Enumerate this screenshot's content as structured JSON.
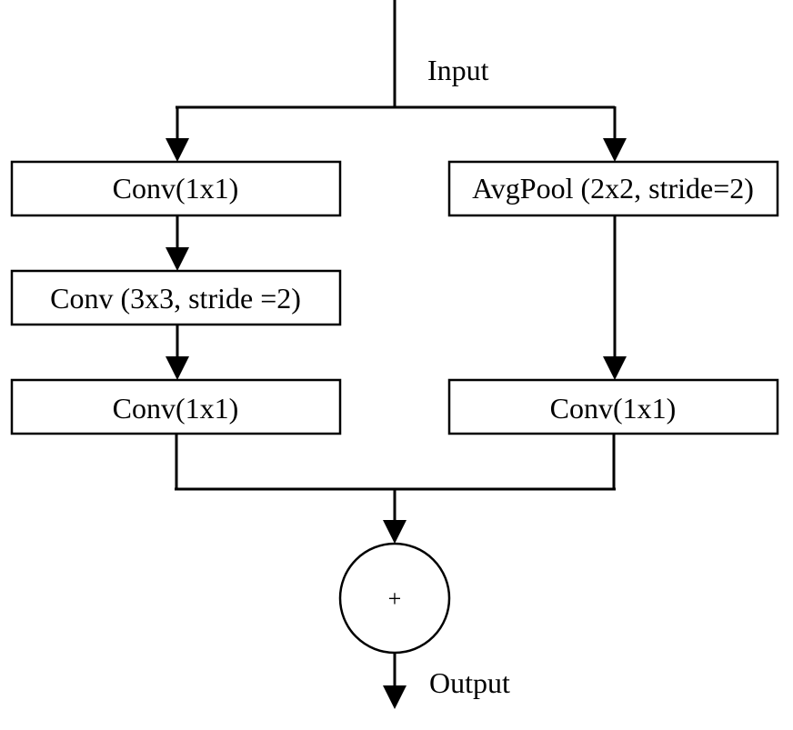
{
  "diagram": {
    "input_label": "Input",
    "output_label": "Output",
    "left_branch": {
      "conv1_label": "Conv(1x1)",
      "conv2_label": "Conv (3x3, stride =2)",
      "conv3_label": "Conv(1x1)"
    },
    "right_branch": {
      "pool_label": "AvgPool (2x2, stride=2)",
      "conv_label": "Conv(1x1)"
    },
    "merge_symbol": "+"
  }
}
